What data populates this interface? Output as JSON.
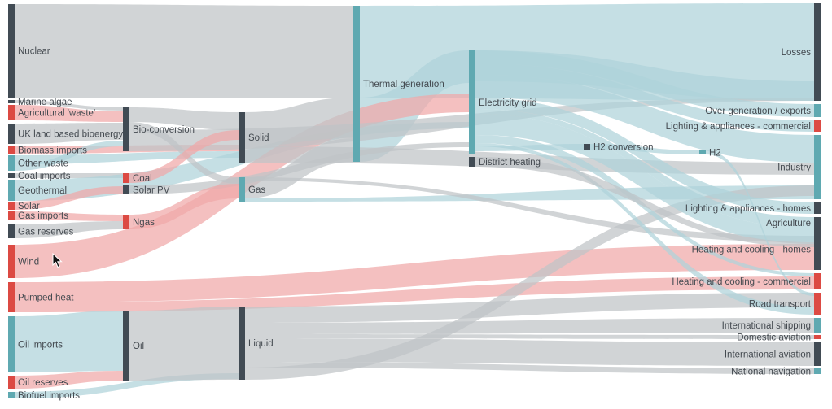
{
  "colors": {
    "gray": "#bfc3c6",
    "teal": "#aed3da",
    "red": "#f0a8a8",
    "node_dark": "#414b54",
    "node_teal": "#5fa9b1",
    "node_red": "#dc4a43"
  },
  "nodes": [
    {
      "id": "nuclear",
      "label": "Nuclear",
      "color": "dark"
    },
    {
      "id": "marine-algae",
      "label": "Marine algae",
      "color": "dark"
    },
    {
      "id": "agricultural-waste",
      "label": "Agricultural 'waste'",
      "color": "red"
    },
    {
      "id": "uk-land-based-bioenergy",
      "label": "UK land based bioenergy",
      "color": "dark"
    },
    {
      "id": "biomass-imports",
      "label": "Biomass imports",
      "color": "red"
    },
    {
      "id": "other-waste",
      "label": "Other waste",
      "color": "teal"
    },
    {
      "id": "coal-imports",
      "label": "Coal imports",
      "color": "dark"
    },
    {
      "id": "geothermal",
      "label": "Geothermal",
      "color": "teal"
    },
    {
      "id": "solar",
      "label": "Solar",
      "color": "red"
    },
    {
      "id": "gas-imports",
      "label": "Gas imports",
      "color": "red"
    },
    {
      "id": "gas-reserves",
      "label": "Gas reserves",
      "color": "dark"
    },
    {
      "id": "wind",
      "label": "Wind",
      "color": "red"
    },
    {
      "id": "pumped-heat",
      "label": "Pumped heat",
      "color": "red"
    },
    {
      "id": "oil-imports",
      "label": "Oil imports",
      "color": "teal"
    },
    {
      "id": "oil-reserves",
      "label": "Oil reserves",
      "color": "red"
    },
    {
      "id": "biofuel-imports",
      "label": "Biofuel imports",
      "color": "teal"
    },
    {
      "id": "bio-conversion",
      "label": "Bio-conversion",
      "color": "dark"
    },
    {
      "id": "coal",
      "label": "Coal",
      "color": "red"
    },
    {
      "id": "solar-pv",
      "label": "Solar PV",
      "color": "dark"
    },
    {
      "id": "ngas",
      "label": "Ngas",
      "color": "red"
    },
    {
      "id": "oil",
      "label": "Oil",
      "color": "dark"
    },
    {
      "id": "solid",
      "label": "Solid",
      "color": "dark"
    },
    {
      "id": "gas",
      "label": "Gas",
      "color": "teal"
    },
    {
      "id": "liquid",
      "label": "Liquid",
      "color": "dark"
    },
    {
      "id": "thermal-generation",
      "label": "Thermal generation",
      "color": "teal"
    },
    {
      "id": "electricity-grid",
      "label": "Electricity grid",
      "color": "teal"
    },
    {
      "id": "district-heating",
      "label": "District heating",
      "color": "dark"
    },
    {
      "id": "h2-conversion",
      "label": "H2 conversion",
      "color": "dark"
    },
    {
      "id": "h2",
      "label": "H2",
      "color": "teal"
    },
    {
      "id": "losses",
      "label": "Losses",
      "color": "dark"
    },
    {
      "id": "over-generation-exports",
      "label": "Over generation / exports",
      "color": "teal"
    },
    {
      "id": "lighting-appliances-commercial",
      "label": "Lighting & appliances - commercial",
      "color": "red"
    },
    {
      "id": "industry",
      "label": "Industry",
      "color": "teal"
    },
    {
      "id": "lighting-appliances-homes",
      "label": "Lighting & appliances - homes",
      "color": "dark"
    },
    {
      "id": "agriculture",
      "label": "Agriculture",
      "color": "dark"
    },
    {
      "id": "heating-cooling-homes",
      "label": "Heating and cooling - homes",
      "color": "dark"
    },
    {
      "id": "heating-cooling-commercial",
      "label": "Heating and cooling - commercial",
      "color": "red"
    },
    {
      "id": "road-transport",
      "label": "Road transport",
      "color": "red"
    },
    {
      "id": "international-shipping",
      "label": "International shipping",
      "color": "teal"
    },
    {
      "id": "domestic-aviation",
      "label": "Domestic aviation",
      "color": "red"
    },
    {
      "id": "international-aviation",
      "label": "International aviation",
      "color": "dark"
    },
    {
      "id": "national-navigation",
      "label": "National navigation",
      "color": "teal"
    }
  ],
  "links": [
    {
      "from": "nuclear",
      "to": "thermal-generation",
      "color": "gray"
    },
    {
      "from": "thermal-generation",
      "to": "losses",
      "color": "teal"
    },
    {
      "from": "thermal-generation",
      "to": "electricity-grid",
      "color": "teal"
    },
    {
      "from": "marine-algae",
      "to": "bio-conversion",
      "color": "gray"
    },
    {
      "from": "agricultural-waste",
      "to": "bio-conversion",
      "color": "red"
    },
    {
      "from": "uk-land-based-bioenergy",
      "to": "bio-conversion",
      "color": "gray"
    },
    {
      "from": "biomass-imports",
      "to": "solid",
      "color": "red"
    },
    {
      "from": "other-waste",
      "to": "solid",
      "color": "teal"
    },
    {
      "from": "other-waste",
      "to": "bio-conversion",
      "color": "teal"
    },
    {
      "from": "coal-imports",
      "to": "coal",
      "color": "gray"
    },
    {
      "from": "geothermal",
      "to": "electricity-grid",
      "color": "teal"
    },
    {
      "from": "solar",
      "to": "solar-pv",
      "color": "red"
    },
    {
      "from": "gas-imports",
      "to": "ngas",
      "color": "red"
    },
    {
      "from": "gas-reserves",
      "to": "ngas",
      "color": "gray"
    },
    {
      "from": "wind",
      "to": "electricity-grid",
      "color": "red"
    },
    {
      "from": "pumped-heat",
      "to": "heating-cooling-homes",
      "color": "red"
    },
    {
      "from": "pumped-heat",
      "to": "heating-cooling-commercial",
      "color": "red"
    },
    {
      "from": "oil-imports",
      "to": "oil",
      "color": "teal"
    },
    {
      "from": "oil-reserves",
      "to": "oil",
      "color": "red"
    },
    {
      "from": "biofuel-imports",
      "to": "liquid",
      "color": "teal"
    },
    {
      "from": "bio-conversion",
      "to": "solid",
      "color": "gray"
    },
    {
      "from": "bio-conversion",
      "to": "gas",
      "color": "gray"
    },
    {
      "from": "bio-conversion",
      "to": "losses",
      "color": "gray"
    },
    {
      "from": "coal",
      "to": "solid",
      "color": "red"
    },
    {
      "from": "solar-pv",
      "to": "electricity-grid",
      "color": "gray"
    },
    {
      "from": "ngas",
      "to": "gas",
      "color": "red"
    },
    {
      "from": "oil",
      "to": "liquid",
      "color": "gray"
    },
    {
      "from": "solid",
      "to": "thermal-generation",
      "color": "gray"
    },
    {
      "from": "solid",
      "to": "industry",
      "color": "gray"
    },
    {
      "from": "gas",
      "to": "thermal-generation",
      "color": "gray"
    },
    {
      "from": "gas",
      "to": "industry",
      "color": "teal"
    },
    {
      "from": "gas",
      "to": "heating-cooling-homes",
      "color": "gray"
    },
    {
      "from": "liquid",
      "to": "road-transport",
      "color": "gray"
    },
    {
      "from": "liquid",
      "to": "international-shipping",
      "color": "gray"
    },
    {
      "from": "liquid",
      "to": "domestic-aviation",
      "color": "gray"
    },
    {
      "from": "liquid",
      "to": "international-aviation",
      "color": "gray"
    },
    {
      "from": "liquid",
      "to": "national-navigation",
      "color": "gray"
    },
    {
      "from": "liquid",
      "to": "industry",
      "color": "gray"
    },
    {
      "from": "electricity-grid",
      "to": "over-generation-exports",
      "color": "teal"
    },
    {
      "from": "electricity-grid",
      "to": "lighting-appliances-commercial",
      "color": "teal"
    },
    {
      "from": "electricity-grid",
      "to": "industry",
      "color": "teal"
    },
    {
      "from": "electricity-grid",
      "to": "lighting-appliances-homes",
      "color": "teal"
    },
    {
      "from": "electricity-grid",
      "to": "agriculture",
      "color": "teal"
    },
    {
      "from": "electricity-grid",
      "to": "heating-cooling-homes",
      "color": "teal"
    },
    {
      "from": "electricity-grid",
      "to": "heating-cooling-commercial",
      "color": "teal"
    },
    {
      "from": "electricity-grid",
      "to": "road-transport",
      "color": "teal"
    },
    {
      "from": "electricity-grid",
      "to": "h2-conversion",
      "color": "teal"
    },
    {
      "from": "electricity-grid",
      "to": "losses",
      "color": "teal"
    },
    {
      "from": "district-heating",
      "to": "heating-cooling-homes",
      "color": "gray"
    },
    {
      "from": "h2-conversion",
      "to": "h2",
      "color": "teal"
    },
    {
      "from": "h2",
      "to": "road-transport",
      "color": "teal"
    }
  ],
  "cursor_icon": "arrow-cursor-icon"
}
